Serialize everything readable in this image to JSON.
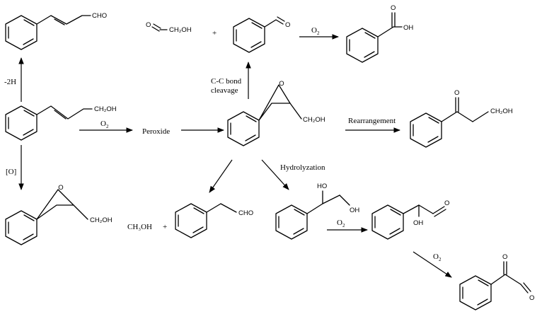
{
  "labels": {
    "cho": "CHO",
    "ch2oh": "CH₂OH",
    "h": "H",
    "oh": "OH",
    "o": "O",
    "o2": "O",
    "sub2": "2",
    "plus": "+",
    "minus_2h": "-2H",
    "ox": "[O]",
    "peroxide": "Peroxide",
    "cc_cleavage_1": "C-C bond",
    "cc_cleavage_2": "cleavage",
    "rearrangement": "Rearrangement",
    "hydrolyzation": "Hydrolyzation",
    "methanol": "CH₃OH"
  },
  "colors": {
    "ink": "#000000",
    "background": "#ffffff"
  }
}
